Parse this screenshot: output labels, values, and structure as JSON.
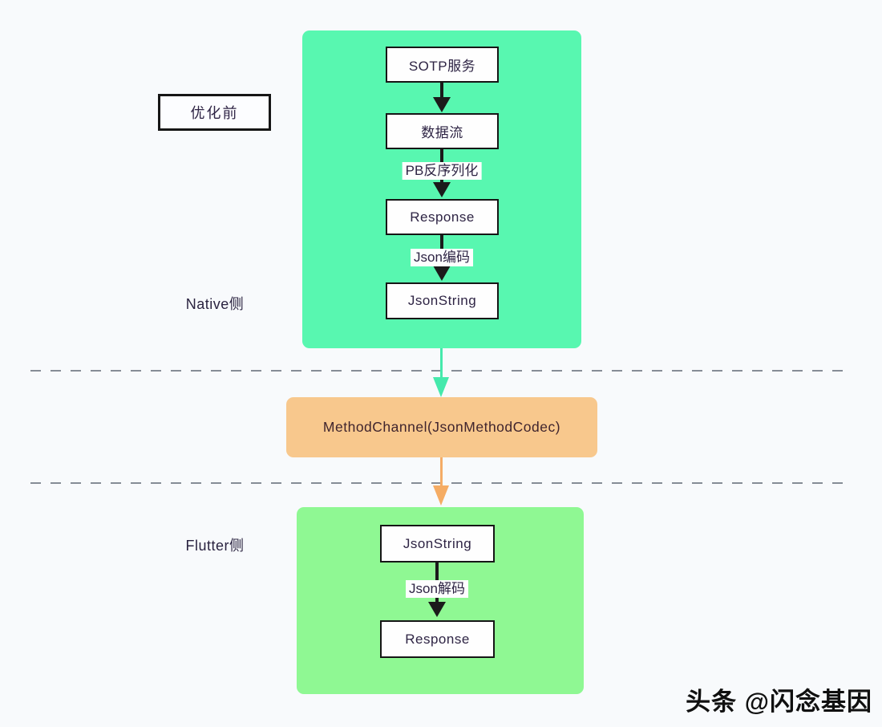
{
  "page": {
    "background": "#F8FAFC",
    "watermark": "头条 @闪念基因"
  },
  "annotations": {
    "stage_label": "优化前",
    "native_side": "Native侧",
    "flutter_side": "Flutter侧"
  },
  "native_panel": {
    "color": "#58F7B0",
    "nodes": [
      "SOTP服务",
      "数据流",
      "Response",
      "JsonString"
    ],
    "edge_labels": [
      "PB反序列化",
      "Json编码"
    ]
  },
  "channel": {
    "color": "#F8C88D",
    "label": "MethodChannel(JsonMethodCodec)"
  },
  "flutter_panel": {
    "color": "#8FF893",
    "nodes": [
      "JsonString",
      "Response"
    ],
    "edge_labels": [
      "Json解码"
    ]
  },
  "colors": {
    "teal_arrow": "#45E9AC",
    "orange_arrow": "#F5AC64",
    "black_arrow": "#1B1B1B",
    "node_border": "#161616",
    "dashed_line": "#868D96",
    "text": "#2E2444"
  }
}
